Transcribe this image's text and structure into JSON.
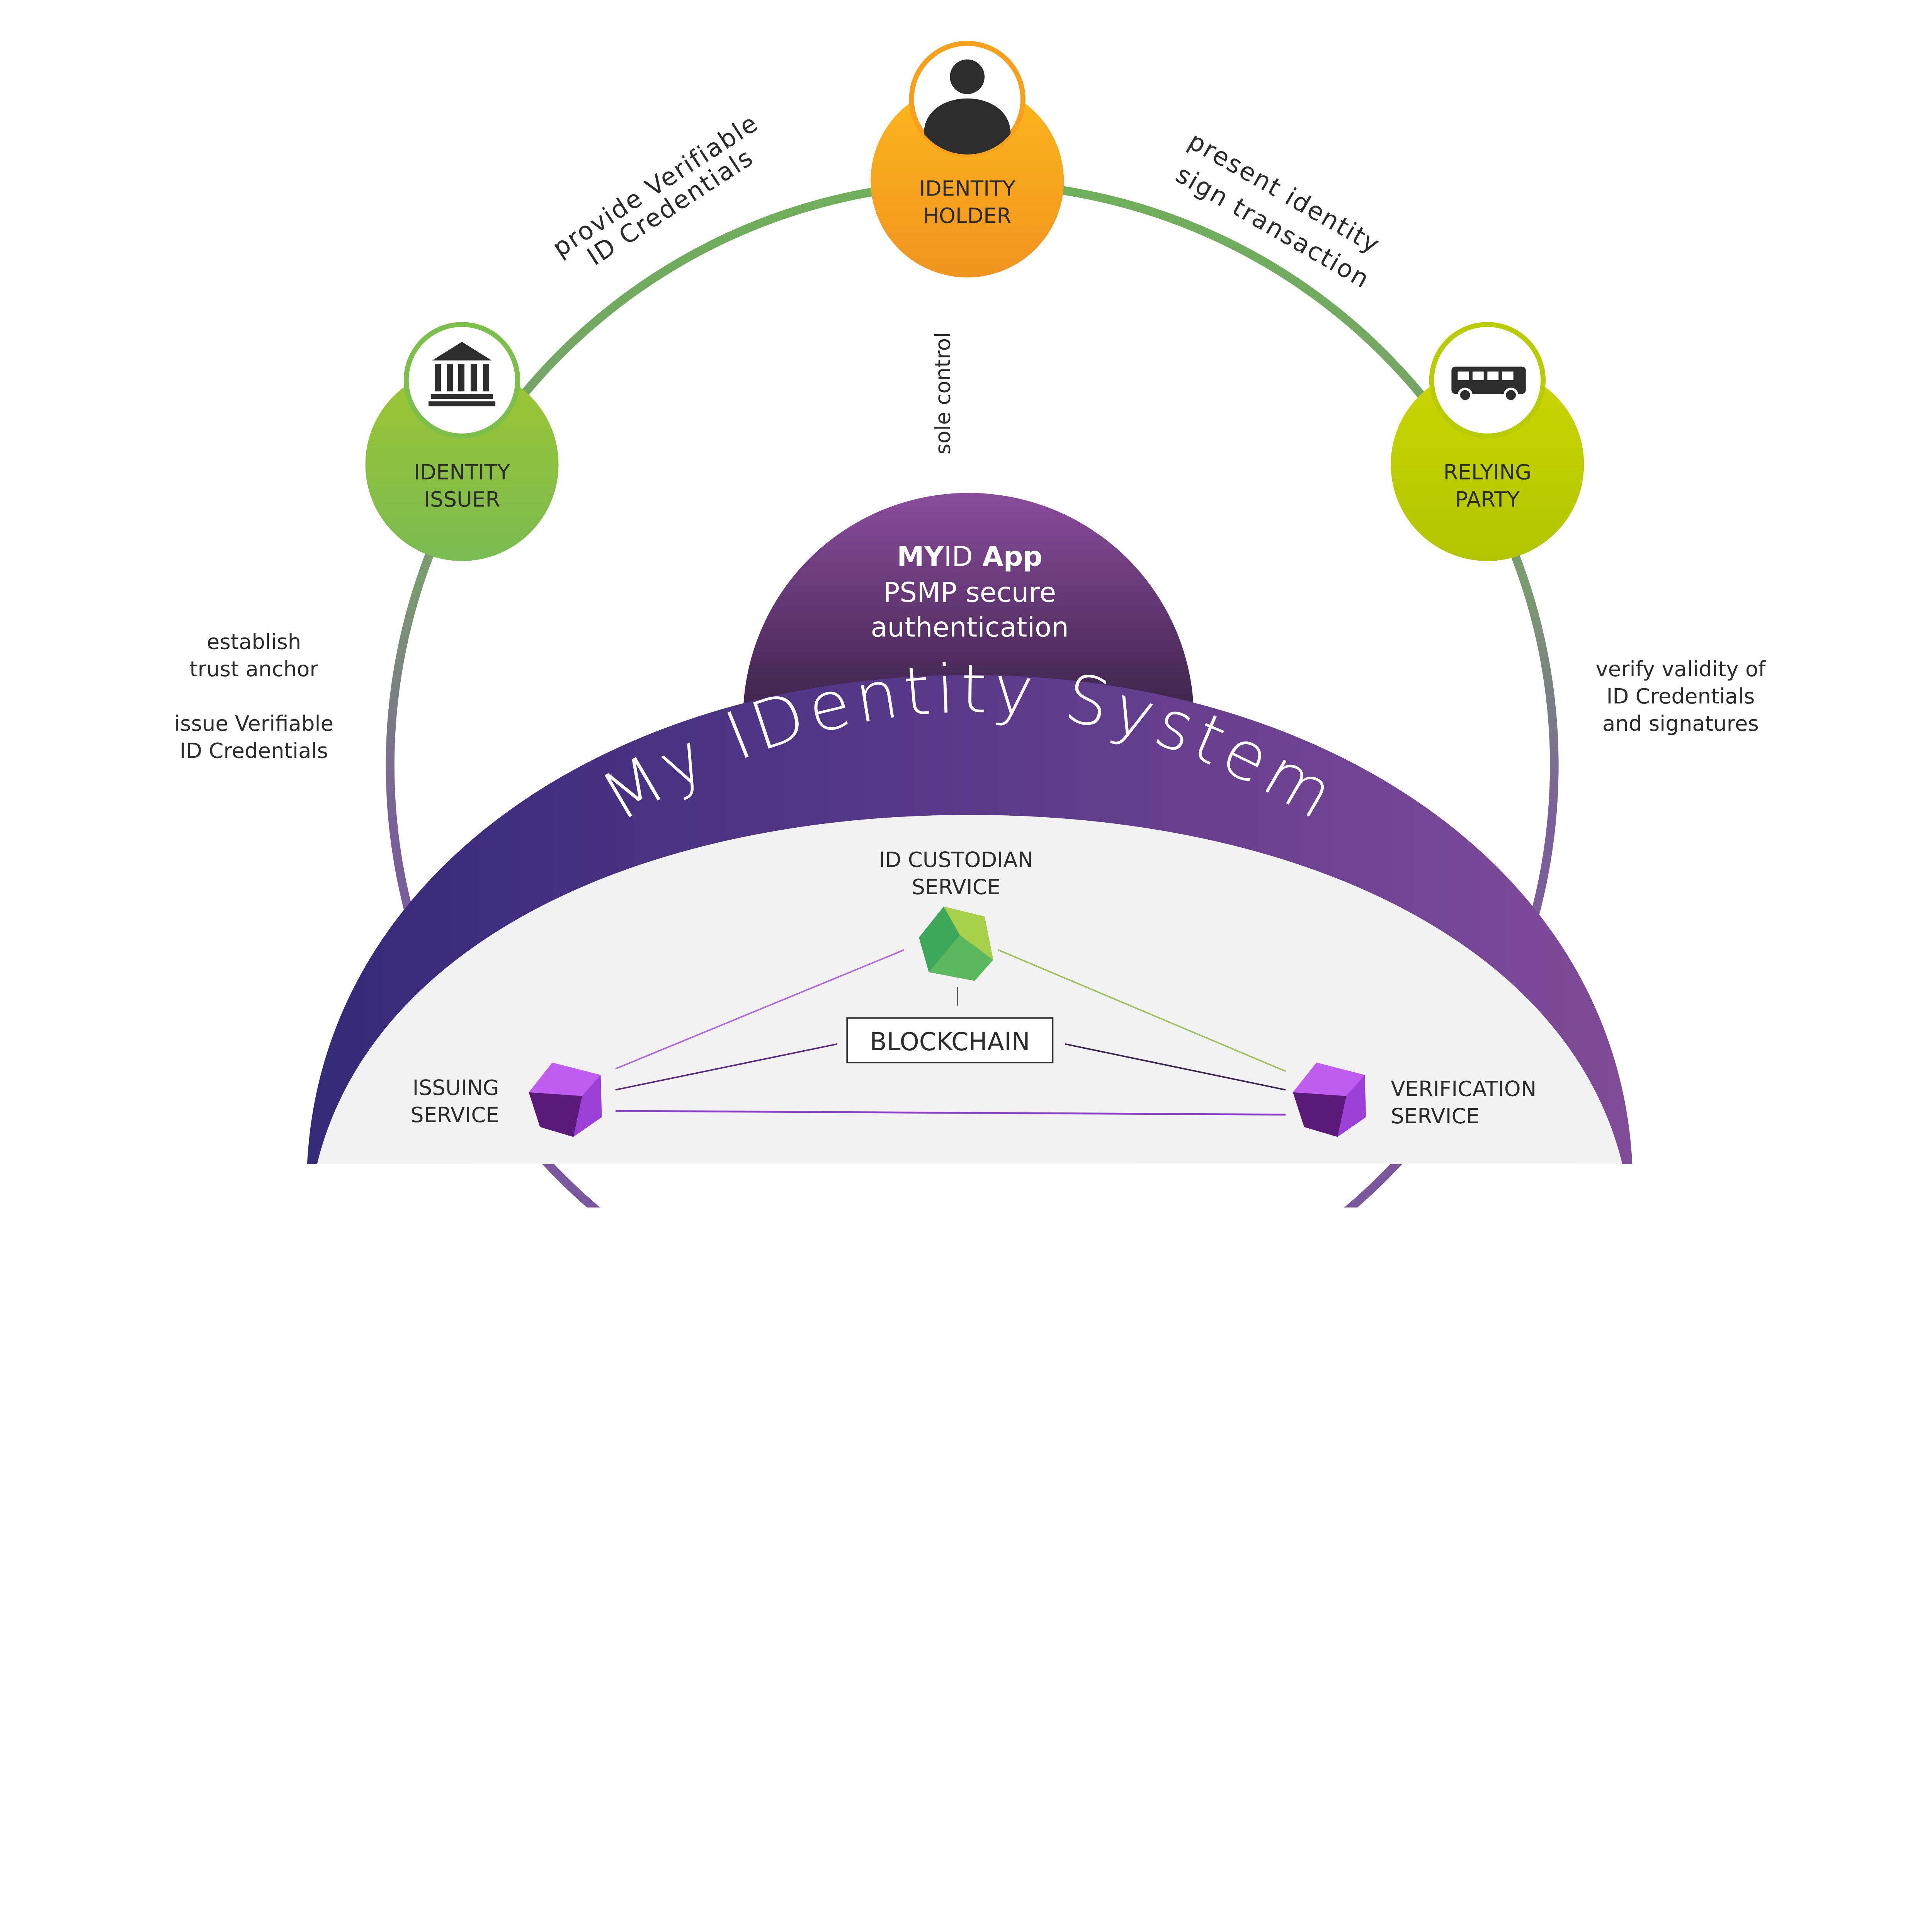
{
  "nodes": {
    "holder": {
      "label_line1": "IDENTITY",
      "label_line2": "HOLDER",
      "icon": "person-icon",
      "color": "#f7a21b"
    },
    "issuer": {
      "label_line1": "IDENTITY",
      "label_line2": "ISSUER",
      "icon": "bank-building-icon",
      "color": "#8cc043"
    },
    "relying": {
      "label_line1": "RELYING",
      "label_line2": "PARTY",
      "icon": "bus-icon",
      "color": "#bfd000"
    }
  },
  "edges": {
    "issuer_to_holder": {
      "line1": "provide Verifiable",
      "line2": "ID Credentials"
    },
    "holder_to_relying": {
      "line1": "present identity",
      "line2": "sign transaction"
    },
    "holder_to_app": "sole control",
    "issuer_to_system": {
      "line1": "establish",
      "line2": "trust anchor",
      "line3": "issue Verifiable",
      "line4": "ID Credentials"
    },
    "relying_to_system": {
      "line1": "verify validity of",
      "line2": "ID Credentials",
      "line3": "and signatures"
    }
  },
  "app": {
    "title_bold1": "MY",
    "title_light": "ID",
    "title_bold2": " App",
    "line2": "PSMP secure",
    "line3": "authentication"
  },
  "system": {
    "title": "My IDentity System",
    "custodian": {
      "line1": "ID CUSTODIAN",
      "line2": "SERVICE"
    },
    "blockchain": "BLOCKCHAIN",
    "issuing": {
      "line1": "ISSUING",
      "line2": "SERVICE"
    },
    "verification": {
      "line1": "VERIFICATION",
      "line2": "SERVICE"
    }
  },
  "colors": {
    "system_left": "#35297a",
    "system_right": "#804b99",
    "inner": "#f2f2f2",
    "custodian_gem": "#5cb85c",
    "service_gem": "#9b3fd6"
  }
}
